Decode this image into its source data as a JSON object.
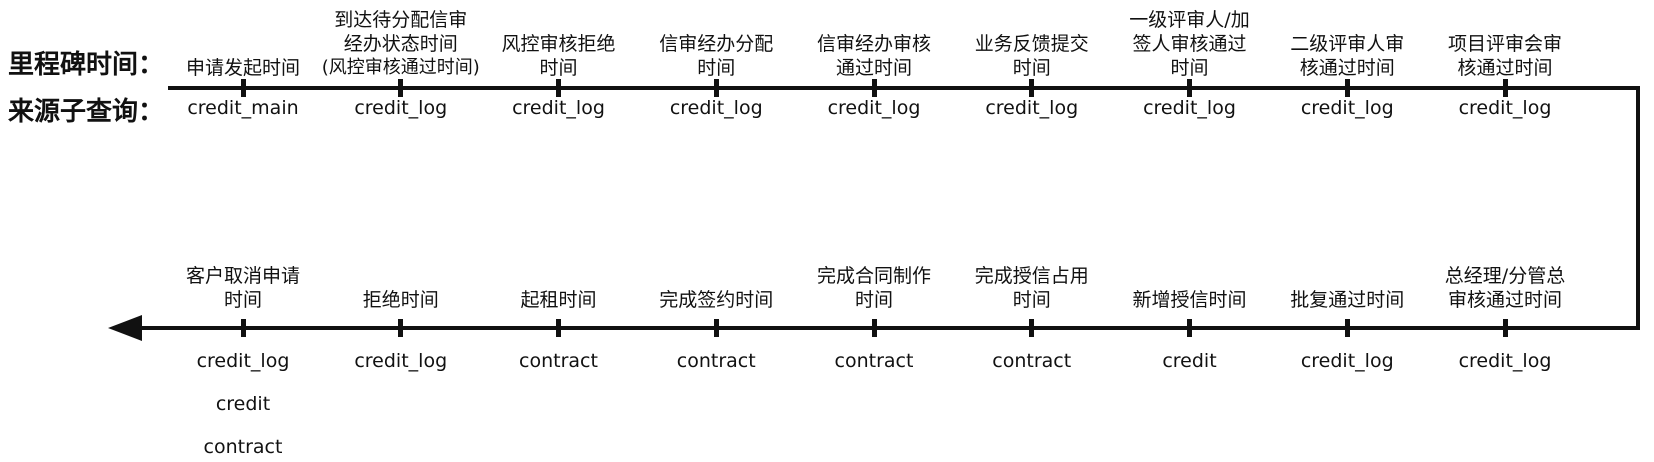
{
  "header": {
    "milestone_row_label": "里程碑时间：",
    "source_row_label": "来源子查询："
  },
  "colors": {
    "line": "#111111",
    "text": "#111111",
    "background": "#ffffff"
  },
  "icons": {
    "left_arrowhead": "left-pointing solid triangle"
  },
  "top_row": {
    "direction": "left-to-right",
    "milestones": [
      {
        "label": "申请发起时间",
        "sublabel": "",
        "sources": [
          "credit_main"
        ]
      },
      {
        "label": "到达待分配信审\n经办状态时间",
        "sublabel": "(风控审核通过时间)",
        "sources": [
          "credit_log"
        ]
      },
      {
        "label": "风控审核拒绝\n时间",
        "sublabel": "",
        "sources": [
          "credit_log"
        ]
      },
      {
        "label": "信审经办分配\n时间",
        "sublabel": "",
        "sources": [
          "credit_log"
        ]
      },
      {
        "label": "信审经办审核\n通过时间",
        "sublabel": "",
        "sources": [
          "credit_log"
        ]
      },
      {
        "label": "业务反馈提交\n时间",
        "sublabel": "",
        "sources": [
          "credit_log"
        ]
      },
      {
        "label": "一级评审人/加\n签人审核通过\n时间",
        "sublabel": "",
        "sources": [
          "credit_log"
        ]
      },
      {
        "label": "二级评审人审\n核通过时间",
        "sublabel": "",
        "sources": [
          "credit_log"
        ]
      },
      {
        "label": "项目评审会审\n核通过时间",
        "sublabel": "",
        "sources": [
          "credit_log"
        ]
      }
    ]
  },
  "bottom_row": {
    "direction": "right-to-left",
    "milestones": [
      {
        "label": "客户取消申请\n时间",
        "sublabel": "",
        "sources": [
          "credit_log",
          "credit",
          "contract"
        ]
      },
      {
        "label": "拒绝时间",
        "sublabel": "",
        "sources": [
          "credit_log"
        ]
      },
      {
        "label": "起租时间",
        "sublabel": "",
        "sources": [
          "contract"
        ]
      },
      {
        "label": "完成签约时间",
        "sublabel": "",
        "sources": [
          "contract"
        ]
      },
      {
        "label": "完成合同制作\n时间",
        "sublabel": "",
        "sources": [
          "contract"
        ]
      },
      {
        "label": "完成授信占用\n时间",
        "sublabel": "",
        "sources": [
          "contract"
        ]
      },
      {
        "label": "新增授信时间",
        "sublabel": "",
        "sources": [
          "credit"
        ]
      },
      {
        "label": "批复通过时间",
        "sublabel": "",
        "sources": [
          "credit_log"
        ]
      },
      {
        "label": "总经理/分管总\n审核通过时间",
        "sublabel": "",
        "sources": [
          "credit_log"
        ]
      }
    ]
  }
}
